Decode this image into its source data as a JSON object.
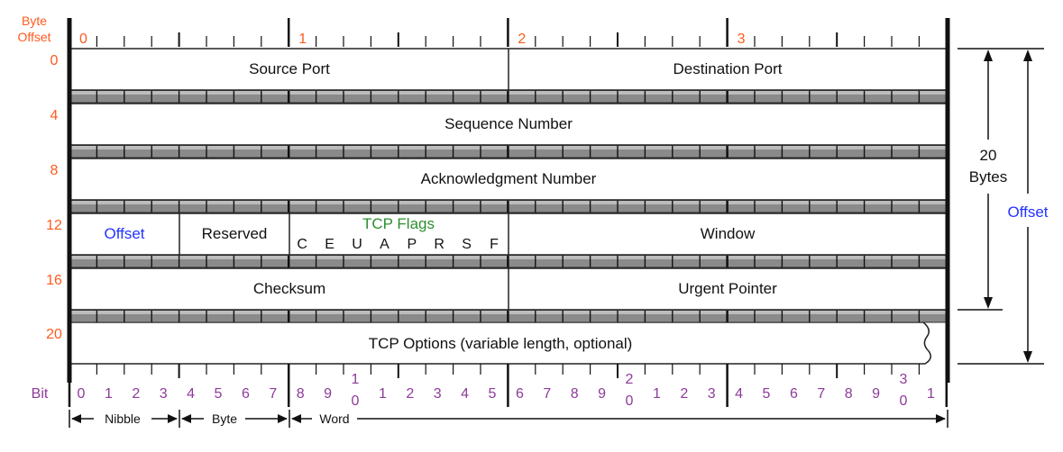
{
  "header": {
    "byte_offset_label": [
      "Byte",
      "Offset"
    ],
    "byte_numbers": [
      "0",
      "1",
      "2",
      "3"
    ]
  },
  "row_offsets": [
    "0",
    "4",
    "8",
    "12",
    "16",
    "20"
  ],
  "fields": {
    "source_port": "Source Port",
    "destination_port": "Destination Port",
    "sequence_number": "Sequence Number",
    "acknowledgment_number": "Acknowledgment Number",
    "offset": "Offset",
    "reserved": "Reserved",
    "tcp_flags_title": "TCP Flags",
    "tcp_flags": [
      "C",
      "E",
      "U",
      "A",
      "P",
      "R",
      "S",
      "F"
    ],
    "window": "Window",
    "checksum": "Checksum",
    "urgent_pointer": "Urgent Pointer",
    "tcp_options": "TCP Options (variable length, optional)"
  },
  "right_annotations": {
    "twenty_bytes": [
      "20",
      "Bytes"
    ],
    "offset": "Offset"
  },
  "bit_axis": {
    "label": "Bit",
    "bits": [
      "0",
      "1",
      "2",
      "3",
      "4",
      "5",
      "6",
      "7",
      "8",
      "9",
      [
        "1",
        "0"
      ],
      "1",
      "2",
      "3",
      "4",
      "5",
      "6",
      "7",
      "8",
      "9",
      [
        "2",
        "0"
      ],
      "1",
      "2",
      "3",
      "4",
      "5",
      "6",
      "7",
      "8",
      "9",
      [
        "3",
        "0"
      ],
      "1"
    ]
  },
  "units": {
    "nibble": "Nibble",
    "byte": "Byte",
    "word": "Word"
  },
  "colors": {
    "byte_offset": "#ff5a1e",
    "bit_numbers": "#8e3a9a",
    "offset_blue": "#2233ff",
    "flags_green": "#2f8f2f",
    "separator_bar": "#8a8a8a"
  }
}
